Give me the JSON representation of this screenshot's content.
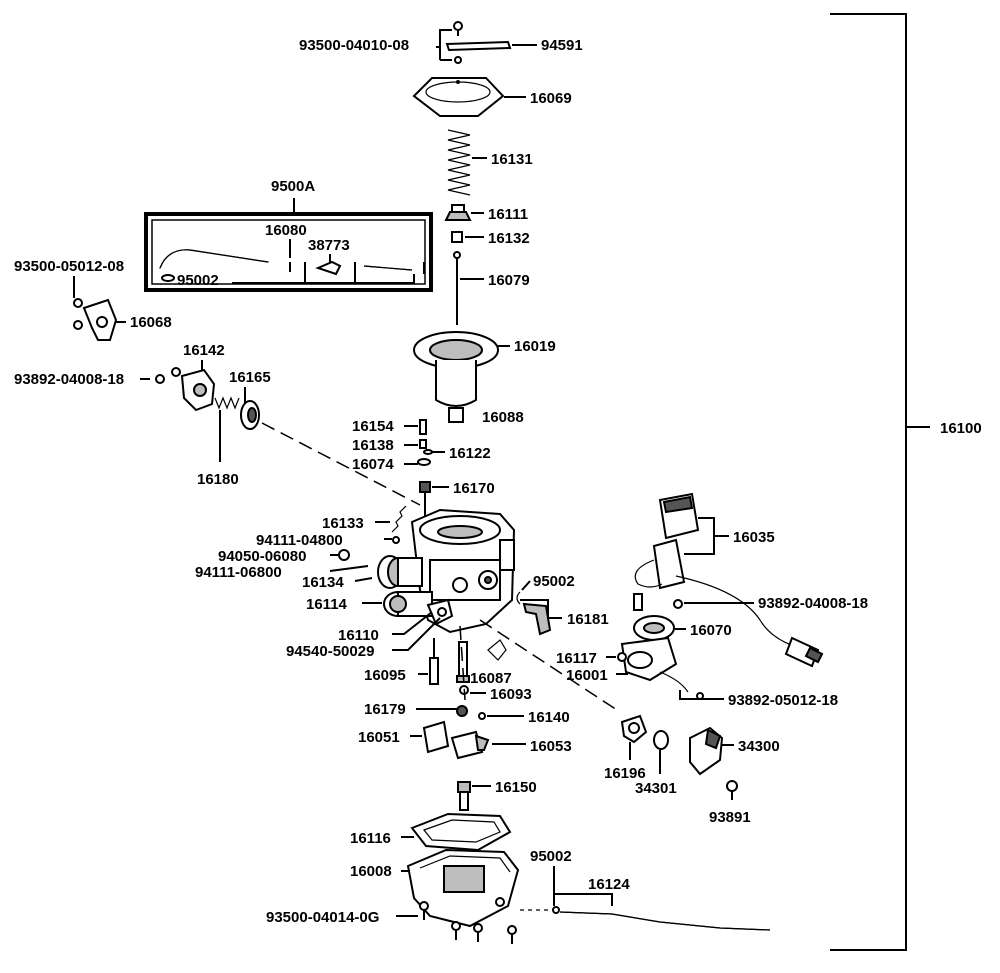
{
  "labels": {
    "p93500_04010_08": "93500-04010-08",
    "p94591": "94591",
    "p16069": "16069",
    "p16131": "16131",
    "p16111": "16111",
    "p16132": "16132",
    "p16079": "16079",
    "p16019": "16019",
    "p16088": "16088",
    "p9500A": "9500A",
    "p16080": "16080",
    "p38773": "38773",
    "p95002_kit": "95002",
    "p93500_05012_08": "93500-05012-08",
    "p16068": "16068",
    "p16142": "16142",
    "p93892_04008_18_left": "93892-04008-18",
    "p16165": "16165",
    "p16180": "16180",
    "p16154": "16154",
    "p16138": "16138",
    "p16122": "16122",
    "p16074": "16074",
    "p16170": "16170",
    "p16133": "16133",
    "p94111_04800": "94111-04800",
    "p94050_06080": "94050-06080",
    "p94111_06800": "94111-06800",
    "p16134": "16134",
    "p16114": "16114",
    "p16110": "16110",
    "p94540_50029": "94540-50029",
    "p16095": "16095",
    "p16087": "16087",
    "p16093": "16093",
    "p95002_mid": "95002",
    "p16181": "16181",
    "p16035": "16035",
    "p93892_04008_18_right": "93892-04008-18",
    "p16070": "16070",
    "p16117": "16117",
    "p16001": "16001",
    "p93892_05012_18": "93892-05012-18",
    "p16179": "16179",
    "p16140": "16140",
    "p16051": "16051",
    "p16053": "16053",
    "p16196": "16196",
    "p34301": "34301",
    "p34300": "34300",
    "p93891": "93891",
    "p16150": "16150",
    "p16116": "16116",
    "p16008": "16008",
    "p95002_bottom": "95002",
    "p16124": "16124",
    "p93500_04014_0G": "93500-04014-0G",
    "p16100": "16100"
  }
}
